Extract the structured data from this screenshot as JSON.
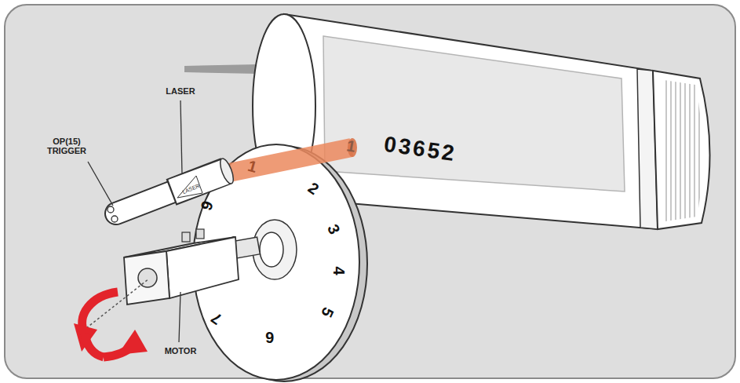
{
  "diagram": {
    "labels": [
      "OP(15) TRIGGER",
      "LASER",
      "LASER",
      "MOTOR",
      "1",
      "2",
      "3",
      "4",
      "5",
      "6",
      "7",
      "9",
      "1",
      "03652"
    ]
  }
}
